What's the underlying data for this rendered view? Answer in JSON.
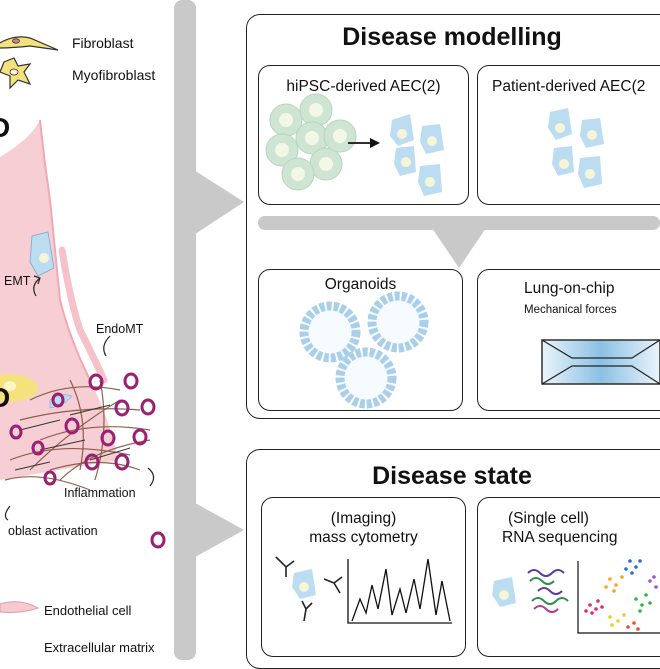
{
  "legend": {
    "fibroblast": "Fibroblast",
    "myofibroblast": "Myofibroblast",
    "endothelial_cell": "Endothelial cell",
    "extracellular_matrix": "Extracellular matrix"
  },
  "left_panel": {
    "partial_letter": "D",
    "partial_letter_2": "D",
    "emt": "EMT",
    "endomt": "EndoMT",
    "inflammation": "Inflammation",
    "fibroblast_activation": "oblast activation"
  },
  "disease_modelling": {
    "title": "Disease modelling",
    "hipsc_label": "hiPSC-derived AEC(2)",
    "patient_label": "Patient-derived AEC(2",
    "organoids_label": "Organoids",
    "lung_chip_label": "Lung-on-chip",
    "lung_chip_sub": "Mechanical forces"
  },
  "disease_state": {
    "title": "Disease state",
    "imaging_line1": "(Imaging)",
    "imaging_line2": "mass cytometry",
    "rna_line1": "(Single cell)",
    "rna_line2": "RNA sequencing"
  },
  "colors": {
    "vessel_pink": "#f7c9d0",
    "aec_blue": "#bcdcf2",
    "ipsc_green": "#cfe5d3",
    "inflammation_purple": "#9b1f72",
    "fibroblast_yellow": "#f4e27c",
    "divider_gray": "#c9c9c9"
  }
}
